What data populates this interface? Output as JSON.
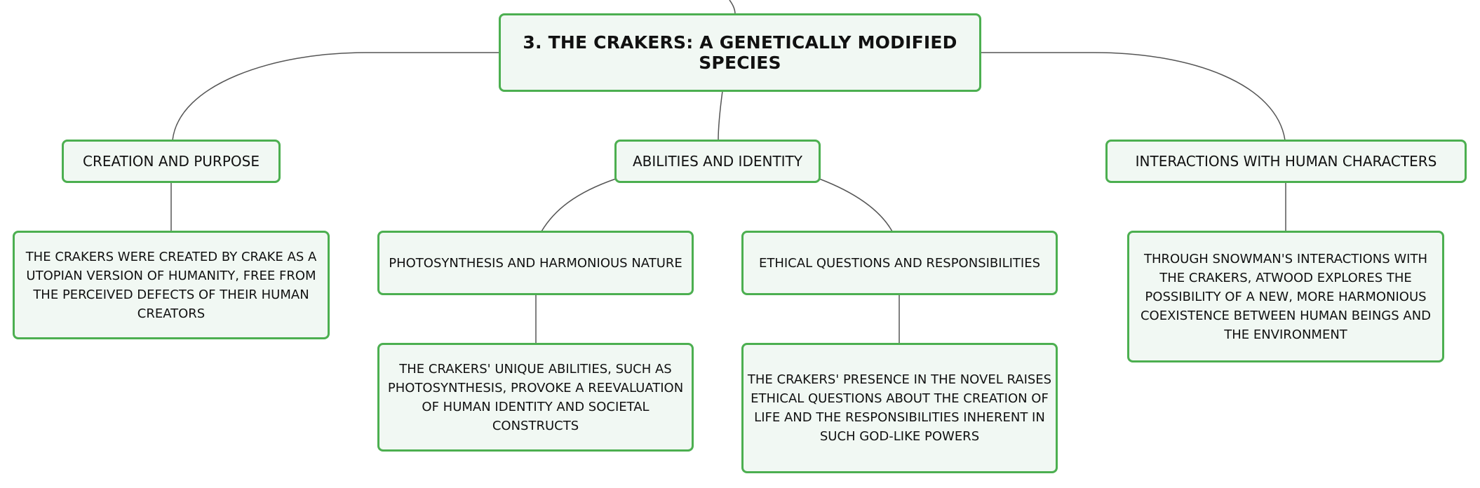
{
  "root": {
    "label": "3. THE CRAKERS: A GENETICALLY MODIFIED SPECIES"
  },
  "branches": {
    "creation": {
      "label": "CREATION AND PURPOSE",
      "detail": "THE CRAKERS WERE CREATED BY CRAKE AS A UTOPIAN VERSION OF HUMANITY, FREE FROM THE PERCEIVED DEFECTS OF THEIR HUMAN CREATORS"
    },
    "abilities": {
      "label": "ABILITIES AND IDENTITY",
      "photosynthesis": {
        "label": "PHOTOSYNTHESIS AND HARMONIOUS NATURE",
        "detail": "THE CRAKERS' UNIQUE ABILITIES, SUCH AS PHOTOSYNTHESIS, PROVOKE A REEVALUATION OF HUMAN IDENTITY AND SOCIETAL CONSTRUCTS"
      },
      "ethics": {
        "label": "ETHICAL QUESTIONS AND RESPONSIBILITIES",
        "detail": "THE CRAKERS' PRESENCE IN THE NOVEL RAISES ETHICAL QUESTIONS ABOUT THE CREATION OF LIFE AND THE RESPONSIBILITIES INHERENT IN SUCH GOD-LIKE POWERS"
      }
    },
    "interactions": {
      "label": "INTERACTIONS WITH HUMAN CHARACTERS",
      "detail": "THROUGH SNOWMAN'S INTERACTIONS WITH THE CRAKERS, ATWOOD EXPLORES THE POSSIBILITY OF A NEW, MORE HARMONIOUS COEXISTENCE BETWEEN HUMAN BEINGS AND THE ENVIRONMENT"
    }
  },
  "colors": {
    "node_border": "#4caf50",
    "node_fill": "#f1f8f3",
    "connector": "#555555",
    "text": "#111111"
  }
}
